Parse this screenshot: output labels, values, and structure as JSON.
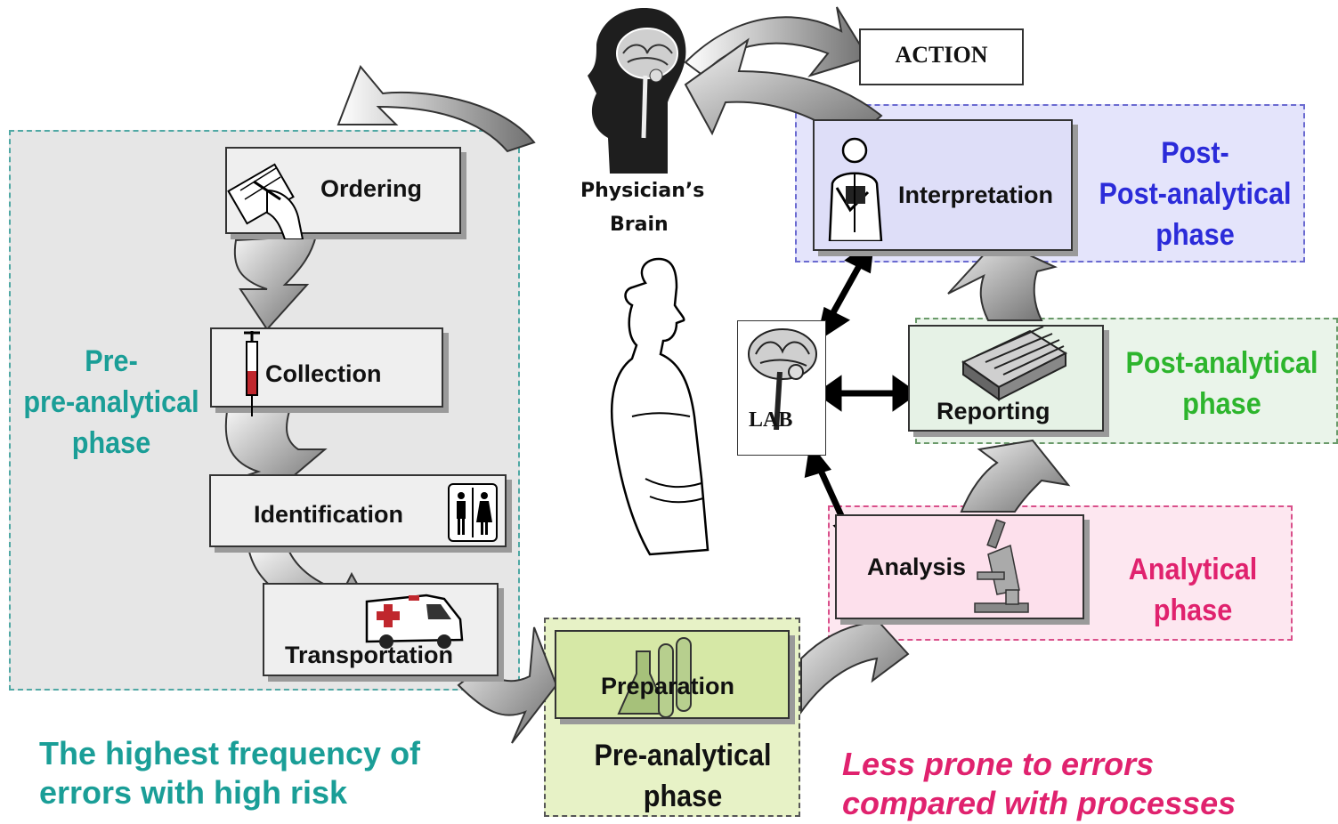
{
  "action_label": "ACTION",
  "brain": {
    "line1": "Physician’s",
    "line2": "Brain"
  },
  "steps": {
    "ordering": "Ordering",
    "collection": "Collection",
    "identification": "Identification",
    "transportation": "Transportation",
    "preparation": "Preparation",
    "analysis": "Analysis",
    "reporting": "Reporting",
    "interpretation": "Interpretation",
    "lab": "LAB"
  },
  "phases": {
    "pre_pre": {
      "line1": "Pre-",
      "line2": "pre-analytical",
      "line3": "phase",
      "color": "#1a9e97"
    },
    "pre": {
      "line1": "Pre-analytical",
      "line2": "phase",
      "color": "#111111"
    },
    "analytical": {
      "line1": "Analytical",
      "line2": "phase",
      "color": "#e0226e"
    },
    "post": {
      "line1": "Post-analytical",
      "line2": "phase",
      "color": "#2db52d"
    },
    "post_post": {
      "line1": "Post-",
      "line2": "Post-analytical",
      "line3": "phase",
      "color": "#2b2bd9"
    }
  },
  "notes": {
    "left_line1": "The highest frequency of",
    "left_line2": "errors with high risk",
    "right_line1": "Less prone to errors",
    "right_line2": "compared with processes"
  }
}
